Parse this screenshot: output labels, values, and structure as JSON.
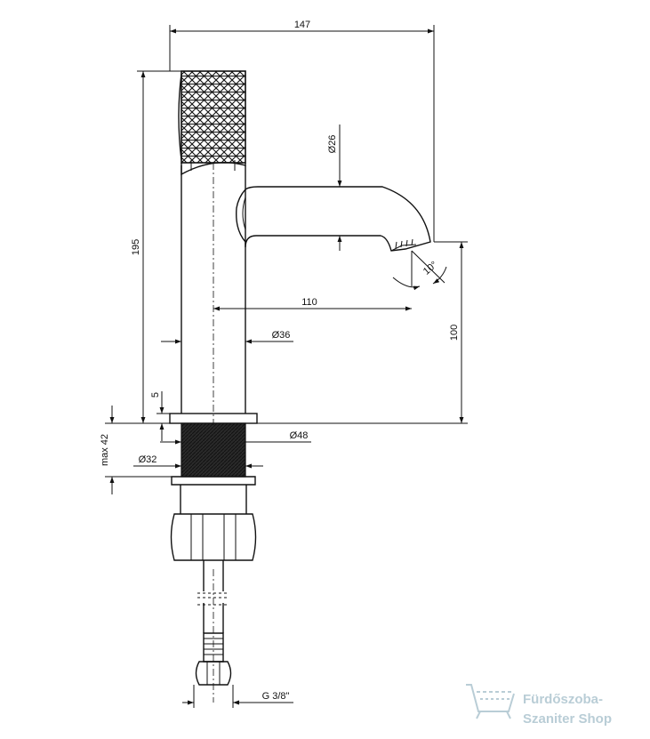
{
  "dimensions": {
    "width_147": "147",
    "height_195": "195",
    "dia_26": "Ø26",
    "angle_10": "10°",
    "reach_110": "110",
    "height_100": "100",
    "dia_36": "Ø36",
    "dim_5": "5",
    "dia_48": "Ø48",
    "max_42": "max 42",
    "dia_32": "Ø32",
    "thread": "G 3/8\""
  },
  "watermark": {
    "line1": "Fürdőszoba-",
    "line2": "Szaniter Shop",
    "icon": "bathtub-icon",
    "color": "#b9cdd6"
  }
}
